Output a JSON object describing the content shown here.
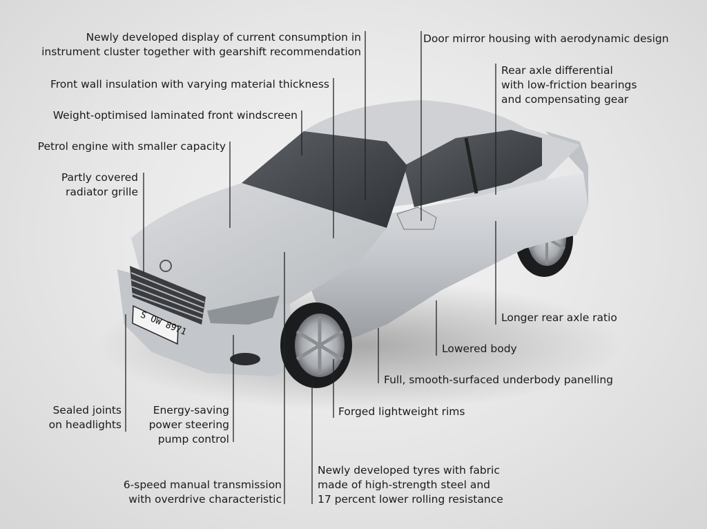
{
  "callouts": [
    {
      "id": "consumption-display",
      "text": "Newly developed display of current consumption in\ninstrument cluster together with gearshift recommendation"
    },
    {
      "id": "front-wall",
      "text": "Front wall insulation with varying material thickness"
    },
    {
      "id": "windscreen",
      "text": "Weight-optimised laminated front windscreen"
    },
    {
      "id": "petrol-engine",
      "text": "Petrol engine with smaller capacity"
    },
    {
      "id": "radiator-grille",
      "text": "Partly covered\nradiator grille"
    },
    {
      "id": "door-mirror",
      "text": "Door mirror housing with aerodynamic design"
    },
    {
      "id": "rear-axle-diff",
      "text": "Rear axle differential\nwith low-friction bearings\nand compensating gear"
    },
    {
      "id": "rear-axle-ratio",
      "text": "Longer rear axle ratio"
    },
    {
      "id": "lowered-body",
      "text": "Lowered body"
    },
    {
      "id": "underbody",
      "text": "Full, smooth-surfaced underbody panelling"
    },
    {
      "id": "rims",
      "text": "Forged lightweight rims"
    },
    {
      "id": "headlights",
      "text": "Sealed joints\non headlights"
    },
    {
      "id": "power-steering",
      "text": "Energy-saving\npower steering\npump control"
    },
    {
      "id": "transmission",
      "text": "6-speed manual transmission\nwith overdrive characteristic"
    },
    {
      "id": "tyres",
      "text": "Newly developed tyres with fabric\nmade of high-strength steel and\n17 percent lower rolling resistance"
    }
  ],
  "plate_text": "S OW 8971",
  "colors": {
    "background": "#e6e6e6",
    "leader": "#222222",
    "car_body": "#c9ccd0"
  }
}
